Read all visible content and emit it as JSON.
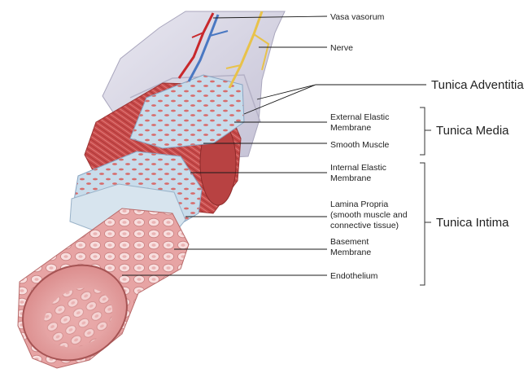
{
  "labels": {
    "vasa_vorum": "Vasa vasorum",
    "nerve": "Nerve",
    "external_elastic_1": "External Elastic",
    "external_elastic_2": "Membrane",
    "smooth_muscle": "Smooth Muscle",
    "internal_elastic_1": "Internal Elastic",
    "internal_elastic_2": "Membrane",
    "lamina_1": "Lamina Propria",
    "lamina_2": "(smooth muscle and",
    "lamina_3": "connective tissue)",
    "basement_1": "Basement",
    "basement_2": "Membrane",
    "endothelium": "Endothelium"
  },
  "groups": {
    "adventitia": "Tunica Adventitia",
    "media": "Tunica Media",
    "intima": "Tunica Intima"
  },
  "colors": {
    "adventitia": "#d9d7e6",
    "media_muscle": "#c9504f",
    "elastic": "#c9dcec",
    "endothelium": "#e9a3a3",
    "vessel_blue": "#4a78c2",
    "vessel_red": "#c8282c",
    "nerve": "#e8c24a"
  }
}
